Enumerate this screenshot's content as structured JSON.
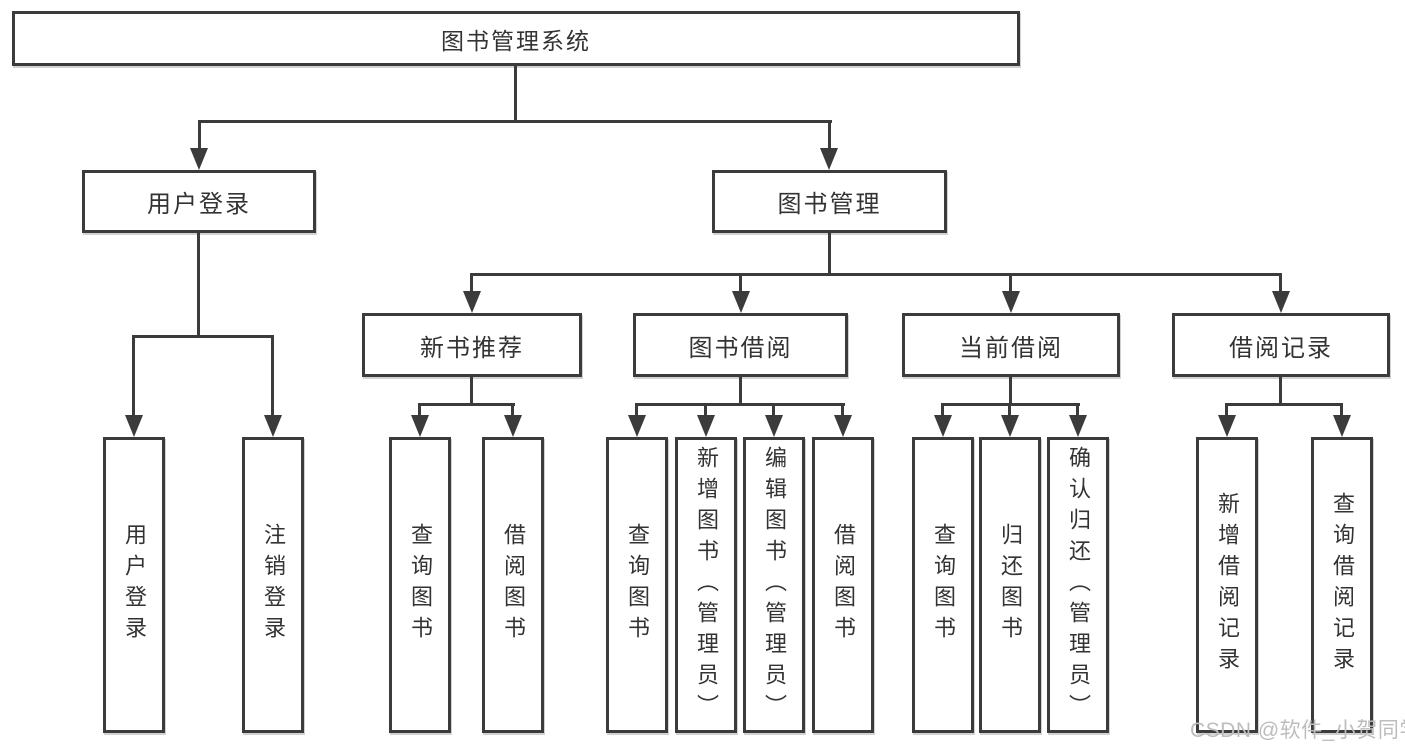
{
  "root": {
    "label": "图书管理系统"
  },
  "login": {
    "label": "用户登录",
    "children": [
      {
        "label": "用户登录"
      },
      {
        "label": "注销登录"
      }
    ]
  },
  "management": {
    "label": "图书管理",
    "groups": [
      {
        "label": "新书推荐",
        "children": [
          {
            "label": "查询图书"
          },
          {
            "label": "借阅图书"
          }
        ]
      },
      {
        "label": "图书借阅",
        "children": [
          {
            "label": "查询图书"
          },
          {
            "label": "新增图书（管理员）"
          },
          {
            "label": "编辑图书（管理员）"
          },
          {
            "label": "借阅图书"
          }
        ]
      },
      {
        "label": "当前借阅",
        "children": [
          {
            "label": "查询图书"
          },
          {
            "label": "归还图书"
          },
          {
            "label": "确认归还（管理员）"
          }
        ]
      },
      {
        "label": "借阅记录",
        "children": [
          {
            "label": "新增借阅记录"
          },
          {
            "label": "查询借阅记录"
          }
        ]
      }
    ]
  },
  "watermark": {
    "text": "CSDN @软件_小贺同学"
  },
  "colors": {
    "line": "#3b3b3b",
    "text": "#333333",
    "background": "#ffffff",
    "box_fill": "#ffffff",
    "watermark": "#bdbdbd"
  }
}
